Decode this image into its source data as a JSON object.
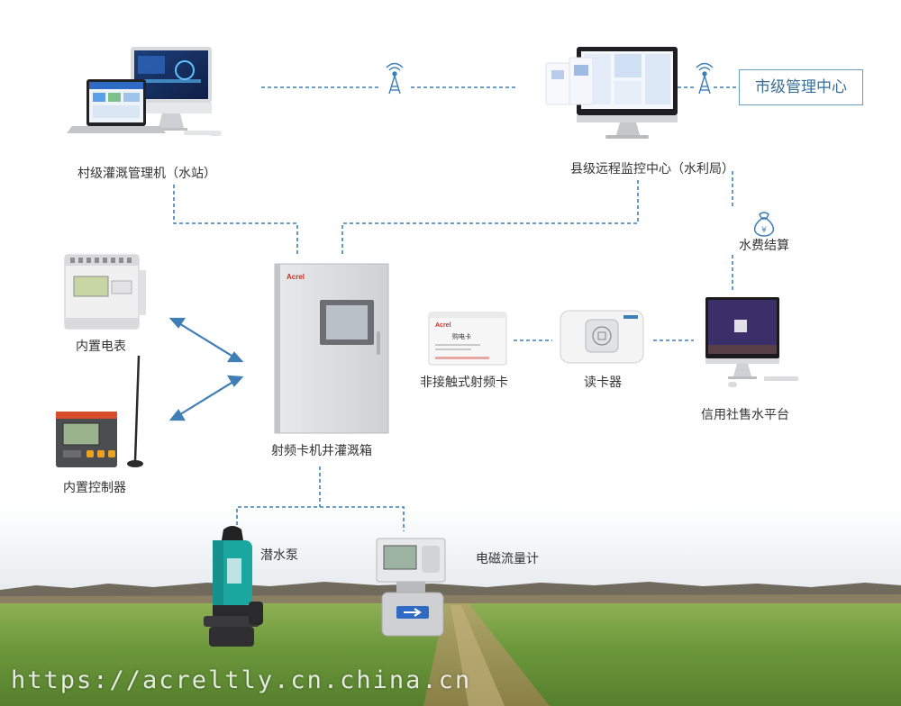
{
  "nodes": {
    "village_station": "村级灌溉管理机（水站）",
    "county_center": "县级远程监控中心（水利局）",
    "city_center": "市级管理中心",
    "water_fee": "水费结算",
    "meter": "内置电表",
    "controller": "内置控制器",
    "irrigation_box": "射频卡机井灌溉箱",
    "rf_card": "非接触式射频卡",
    "card_reader": "读卡器",
    "sales_platform": "信用社售水平台",
    "pump": "潜水泵",
    "flowmeter": "电磁流量计"
  },
  "device_text": {
    "brand": "Acrel",
    "card_title": "购电卡"
  },
  "watermark": "https://acreltly.cn.china.cn",
  "colors": {
    "link": "#3f7fb5",
    "city_border": "#6a9cc0",
    "cabinet": "#dedfe1",
    "field": "#6d9a3c",
    "sky": "#dfe6ec"
  }
}
